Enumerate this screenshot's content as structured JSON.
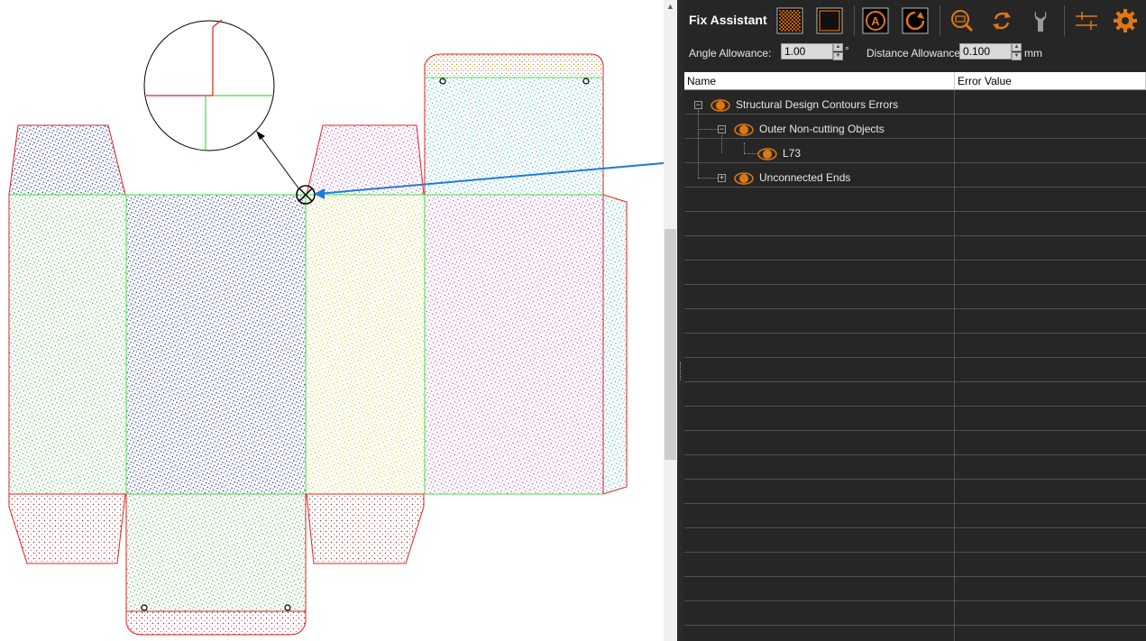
{
  "panel": {
    "title": "Fix Assistant",
    "toolbar": {
      "buttons": [
        {
          "name": "hatch-fill-icon"
        },
        {
          "name": "solid-fill-icon"
        },
        {
          "name": "auto-fix-icon"
        },
        {
          "name": "fix-loop-icon"
        },
        {
          "name": "zoom-error-icon"
        },
        {
          "name": "refresh-icon"
        },
        {
          "name": "wrench-icon"
        },
        {
          "name": "align-icon"
        },
        {
          "name": "gear-icon"
        }
      ]
    },
    "options": {
      "angle_label": "Angle Allowance:",
      "angle_value": "1.00",
      "angle_unit": "°",
      "distance_label": "Distance Allowance:",
      "distance_value": "0.100",
      "distance_unit": "mm"
    },
    "columns": [
      "Name",
      "Error Value"
    ],
    "tree": [
      {
        "label": "Structural Design Contours Errors",
        "level": 0,
        "expander": "-"
      },
      {
        "label": "Outer Non-cutting Objects",
        "level": 1,
        "expander": "-"
      },
      {
        "label": "L73",
        "level": 2,
        "expander": ""
      },
      {
        "label": "Unconnected Ends",
        "level": 1,
        "expander": "+"
      }
    ],
    "accent_color": "#e07810"
  },
  "canvas": {
    "scroll_arrow_up": "▲"
  }
}
